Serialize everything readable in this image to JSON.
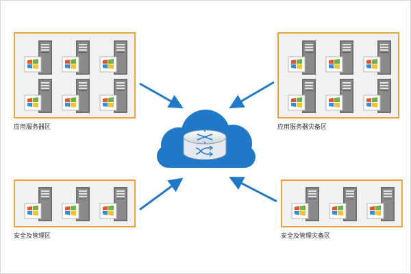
{
  "zones": [
    {
      "id": "app",
      "label": "应用服务器区",
      "server_rows": 2,
      "servers_per_row": 3
    },
    {
      "id": "app-dr",
      "label": "应用服务器灾备区",
      "server_rows": 2,
      "servers_per_row": 3
    },
    {
      "id": "sec",
      "label": "安全及管理区",
      "server_rows": 1,
      "servers_per_row": 3
    },
    {
      "id": "sec-dr",
      "label": "安全及管理灾备区",
      "server_rows": 1,
      "servers_per_row": 3
    }
  ],
  "icons": {
    "server": "server-tower-icon",
    "os_logo": "windows-logo-icon",
    "cloud": "cloud-icon",
    "router": "router-icon"
  },
  "colors": {
    "zone_border": "#f2a23a",
    "zone_fill": "#f1f1f1",
    "cloud": "#1f78c8",
    "arrow": "#1f78c8"
  }
}
